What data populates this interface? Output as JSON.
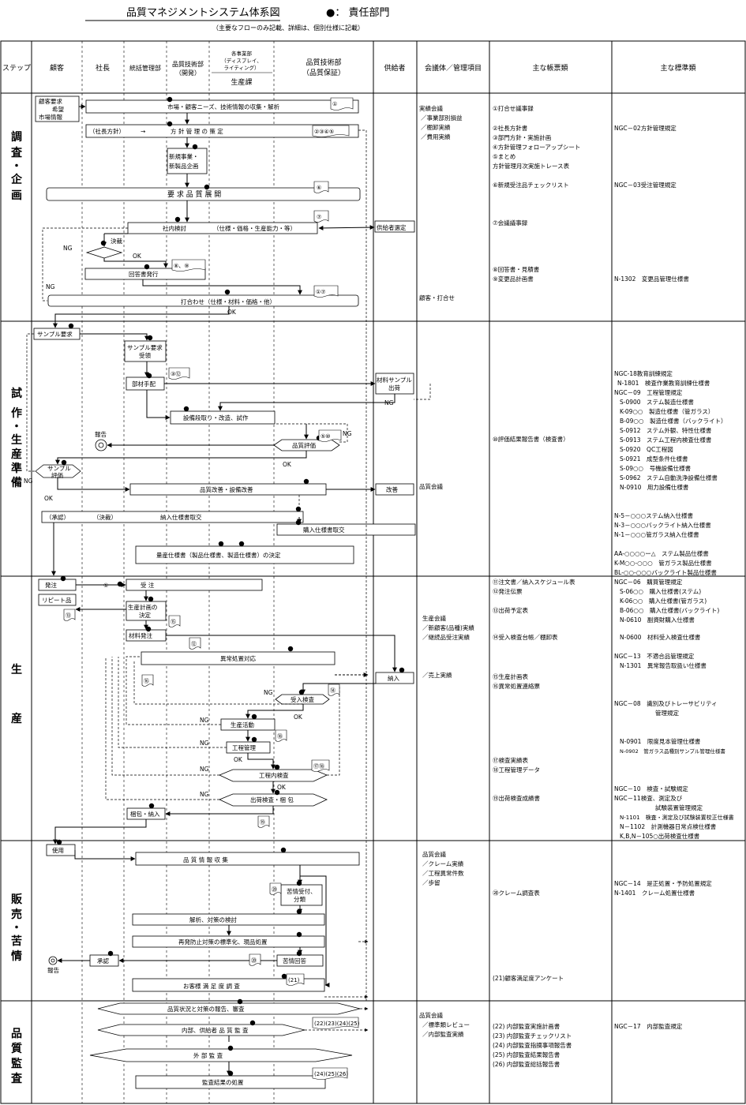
{
  "header": {
    "title": "品質マネジメントシステム体系図",
    "legend": "●： 責任部門",
    "note": "（主要なフローのみ記載、詳細は、個別仕様に記載）"
  },
  "columns": {
    "step": "ステップ",
    "customer": "顧客",
    "president": "社長",
    "mgmt": "統括管理部",
    "dev_1": "品質技術部",
    "dev_2": "（開発）",
    "prod_1": "各事業部",
    "prod_2": "（ディスプレイ、",
    "prod_3": "ライティング）",
    "prod_4": "生産課",
    "qa_1": "品質技術部",
    "qa_2": "（品質保証）",
    "supplier": "供給者",
    "meeting": "会議体／管理項目",
    "forms": "主な帳票類",
    "standards": "主な標準類"
  },
  "stages": {
    "s1": [
      "調",
      "査",
      "・",
      "企",
      "画"
    ],
    "s2": [
      "試",
      "作",
      "・",
      "生",
      "産",
      "準",
      "備"
    ],
    "s3": [
      "生",
      "産"
    ],
    "s4": [
      "販",
      "売",
      "・",
      "苦",
      "情"
    ],
    "s5": [
      "品",
      "質",
      "監",
      "査"
    ]
  },
  "flow": {
    "cust_req_1": "顧客要求",
    "cust_req_2": "希望",
    "cust_req_3": "市場情報",
    "market": "市場・顧客ニーズ、技術情報の収集・解析",
    "policy_left": "（社長方針）",
    "policy_arrow": "→",
    "policy": "方 針 管 理 の 策 定",
    "newbiz_1": "新規事業・",
    "newbiz_2": "新製品企画",
    "quality_deploy": "要 求 品 質 展 開",
    "review": "社内検討",
    "review_items": "（仕様・価格・生産能力・等）",
    "supplier_select": "供給者選定",
    "decision": "決裁",
    "ng": "NG",
    "ok": "OK",
    "answer": "回答書発行",
    "meeting_item": "打合わせ（仕様・材料・価格・他）",
    "sample_req": "サンプル要求",
    "sample_accept_1": "サンプル要求",
    "sample_accept_2": "受領",
    "parts": "部材手配",
    "material_sample_1": "材料サンプル",
    "material_sample_2": "出荷",
    "equip": "設備段取り・改造、試作",
    "report": "報告",
    "quality_eval": "品質評価",
    "sample_eval_1": "サンプル",
    "sample_eval_2": "評価",
    "improve": "品質改善・設備改善",
    "improve_sup": "改善",
    "approval": "（承認）",
    "kessai": "（決裁）",
    "delivery_spec": "納入仕様書取交",
    "purchase_spec": "購入仕様書取交",
    "mass_spec": "量産仕様書（製品仕様書、製造仕様書）の決定",
    "order_place": "発注",
    "repeat": "リピート品",
    "order_recv": "受 注",
    "plan_1": "生産計画の",
    "plan_2": "決定",
    "material_order": "材料発注",
    "abnormal": "異常処置対応",
    "delivery_in": "納入",
    "accept_insp": "受入検査",
    "production": "生産活動",
    "process": "工程管理",
    "inprocess": "工程内検査",
    "shipping": "出荷検査・梱 包",
    "pack": "梱包・納入",
    "use": "使用",
    "info": "品 質 情 報 収 集",
    "complaint_1": "苦情受付、",
    "complaint_2": "分類",
    "analysis": "解析、対策の検討",
    "prevent": "再発防止対策の標準化、現品処置",
    "approve": "承認",
    "complaint_answer": "苦情回答",
    "survey": "お客様 満 足 度 調 査",
    "mgmt_report": "品質状況と対策の報告、審査",
    "internal_audit": "内部、供給者 品 質 監 査",
    "external_audit": "外 部 監 査",
    "audit_result": "監査結果の処置"
  },
  "markers": {
    "m1": "①",
    "m2345": "②③④⑤",
    "m6": "⑥",
    "m7": "⑦",
    "m89": "⑧、⑨",
    "m17": "①⑦",
    "m312": "③⑫",
    "m510": "⑤⑩",
    "m13": "⑬",
    "m15": "⑮",
    "m12": "⑫",
    "m16": "⑯",
    "m14": "⑭",
    "m18": "⑱",
    "m1718": "⑰⑱",
    "m19": "⑲",
    "m20": "⑳",
    "m21": "(21)",
    "m2225": "(22)(23)(24)(25)",
    "m2426": "(24)(25)(26)"
  },
  "meetings": {
    "s1a": "実績会議",
    "s1b": "／事業部別損益",
    "s1c": "／棚卸実績",
    "s1d": "／費用実績",
    "s1e": "顧客・打合せ",
    "s2a": "品質会議",
    "s3a": "生産会議",
    "s3b": "／新顧客(品種)実績",
    "s3c": "／継続品受注実績",
    "s3d": "／売上実績",
    "s4a": "品質会議",
    "s4b": "／クレーム実績",
    "s4c": "／工程異常件数",
    "s4d": "／歩留",
    "s5a": "品質会議",
    "s5b": "／標準類レビュー",
    "s5c": "／内部監査実績"
  },
  "forms": {
    "f1": "①打合せ議事録",
    "f2": "②社長方針書",
    "f3": "③部門方針・実施計画",
    "f4": "④方針管理フォローアップシート",
    "f5": "⑤まとめ",
    "f5b": "方針管理月次実施トレース表",
    "f6": "⑥新規受注品チェックリスト",
    "f7": "⑦会議議事録",
    "f8": "⑧回答書・見積書",
    "f9": "⑨変更品計画書",
    "f10": "⑩評価結果報告書（検査書）",
    "f11": "⑪注文書／納入スケジュール表",
    "f12": "⑫発注伝票",
    "f13": "⑬出荷予定表",
    "f14": "⑭受入検査台帳／棚卸表",
    "f15": "⑮生産計画表",
    "f16": "⑯異常処置連絡票",
    "f17": "⑰検査実績表",
    "f18": "⑱工程管理データ",
    "f19": "⑲出荷検査成績書",
    "f20": "⑳クレーム調査表",
    "f21": "(21)顧客満足度アンケート",
    "f22": "(22) 内部監査実施計画書",
    "f23": "(23) 内部監査チェックリスト",
    "f24": "(24) 内部監査指摘事項報告書",
    "f25": "(25) 内部監査結果報告書",
    "f26": "(26) 内部監査総括報告書"
  },
  "standards": {
    "a1": "NGC－02方針管理規定",
    "a2": "NGC－03受注管理規定",
    "a3": "N-1302　変更品管理仕様書",
    "b1": "NGC-18教育訓練規定",
    "b2": "N-1801　検査作業教育訓練仕様書",
    "b3": "NGC－09　工程管理規定",
    "b4": "S-0900　ステム製造仕様書",
    "b5": "K-09○○　製造仕様書（管ガラス）",
    "b6": "B-09○○　製造仕様書（バックライト）",
    "b7": "S-0912　ステム外観、特性仕様書",
    "b8": "S-0913　ステム工程内検査仕様書",
    "b9": "S-0920　QC工程図",
    "b10": "S-0921　成型条件仕様書",
    "b11": "S-09○○　号機設備仕様書",
    "b12": "S-0962　ステム自動洗浄設備仕様書",
    "b13": "N-0910　用力設備仕様書",
    "b14": "N-5－○○○ステム納入仕様書",
    "b15": "N-3－○○○バックライト納入仕様書",
    "b16": "N-1－○○○管ガラス納入仕様書",
    "b17": "AA-○○○○ー△　ステム製品仕様書",
    "b18": "K-M○○-○○○　管ガラス製品仕様書",
    "b19": "BL-○○-○○○バックライト製品仕様書",
    "c1": "NGC－06　購買管理規定",
    "c2": "S-06○○　購入仕様書(ステム)",
    "c3": "K-06○○　購入仕様書(管ガラス)",
    "c4": "B-06○○　購入仕様書(バックライト)",
    "c5": "N-0610　副資財購入仕様書",
    "c6": "N-0600　材料受入検査仕様書",
    "c7": "NGC－13　不適合品管理規定",
    "c8": "N-1301　異常報告取扱い仕様書",
    "c9": "NGC－08　識別及びトレーサビリティ",
    "c9b": "管理規定",
    "c10": "N-0901　限度見本管理仕様書",
    "c11": "N-0902　管ガラス品種別サンプル管理仕様書",
    "c12": "NGC－10　検査・試験規定",
    "c13": "NGC－11検査、測定及び",
    "c13b": "試験装置管理規定",
    "c14": "N-1101　検査・測定及び試験装置校正仕様書",
    "c15": "N－1102　計測機器日常点検仕様書",
    "c16": "K,B,N－105○出荷検査仕様書",
    "d1": "NGC－14　是正処置・予防処置規定",
    "d2": "N-1401　クレーム処置仕様書",
    "e1": "NGC－17　内部監査規定"
  }
}
